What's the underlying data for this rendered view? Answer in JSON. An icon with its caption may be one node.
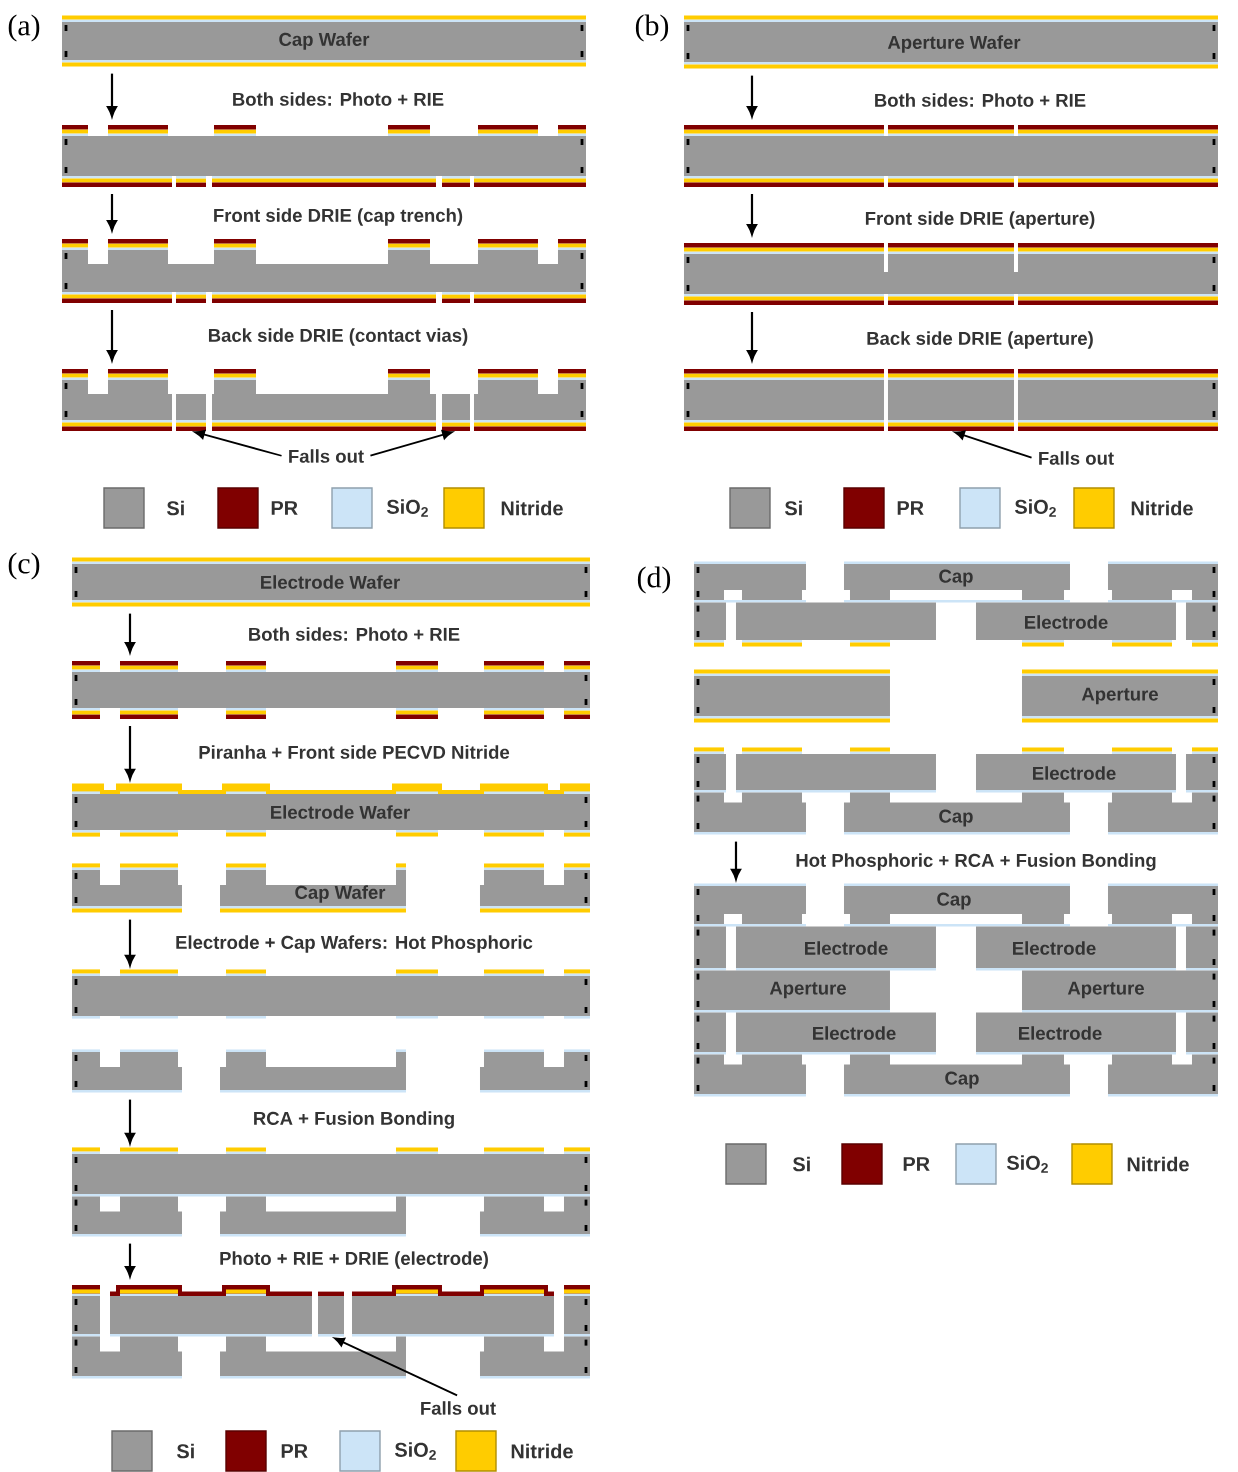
{
  "diagram": {
    "nodes": [
      {
        "text": [
          "Cap Wafer"
        ]
      },
      {
        "text": [],
        "shape": "bar"
      },
      {
        "text": [],
        "shape": "bar"
      },
      {
        "text": [],
        "shape": "bar"
      },
      {
        "text": [],
        "shape": "box",
        "in": 3
      },
      {
        "text": [],
        "shape": "box",
        "in": 3
      },
      {
        "text": [
          "Falls out"
        ]
      },
      {
        "text": [
          "Aperture Wafer"
        ]
      },
      {
        "text": [],
        "shape": "bar"
      },
      {
        "text": [],
        "shape": "bar"
      },
      {
        "text": [],
        "shape": "bar"
      },
      {
        "text": [],
        "shape": "box",
        "in": 10
      },
      {
        "text": [],
        "shape": "box",
        "in": 10
      },
      {
        "text": [],
        "shape": "box",
        "in": 10
      },
      {
        "text": [
          "Falls out"
        ]
      },
      {
        "text": [
          "Electrode Wafer"
        ]
      },
      {
        "text": [],
        "shape": "bar"
      },
      {
        "text": [
          "Electrode Wafer"
        ]
      },
      {
        "text": [
          "Cap Wafer"
        ]
      },
      {
        "text": [],
        "shape": "bar"
      },
      {
        "text": [],
        "shape": "bar"
      },
      {
        "text": [],
        "shape": "bar"
      },
      {
        "text": [],
        "shape": "bar"
      },
      {
        "text": [],
        "shape": "bar"
      },
      {
        "text": [],
        "shape": "box",
        "in": 23
      },
      {
        "text": [],
        "shape": "box",
        "in": 23
      },
      {
        "text": [],
        "shape": "box",
        "in": 23
      },
      {
        "text": [],
        "shape": "box",
        "in": 23
      },
      {
        "text": [],
        "shape": "box",
        "in": 23
      },
      {
        "text": [],
        "shape": "bar"
      },
      {
        "text": [
          "Falls out"
        ]
      },
      {
        "text": [
          "Cap"
        ]
      },
      {
        "text": [
          "Electrode"
        ]
      },
      {
        "text": [
          "Aperture"
        ]
      },
      {
        "text": [
          "Electrode"
        ]
      },
      {
        "text": [
          "Cap"
        ]
      },
      {
        "text": [
          "Cap"
        ]
      },
      {
        "text": [
          "Electrode",
          "Electrode"
        ]
      },
      {
        "text": [
          "Aperture",
          "Aperture"
        ]
      },
      {
        "text": [
          "Electrode",
          "Electrode"
        ]
      },
      {
        "text": [
          "Cap"
        ]
      }
    ],
    "edges": [
      {
        "from": 0,
        "to": 1,
        "arrow": "to"
      },
      {
        "from": 1,
        "to": 2,
        "arrow": "to"
      },
      {
        "from": 2,
        "to": 3,
        "arrow": "to"
      },
      {
        "from": 6,
        "to": 4,
        "arrow": "to"
      },
      {
        "from": 6,
        "to": 5,
        "arrow": "to"
      },
      {
        "from": 7,
        "to": 8,
        "arrow": "to"
      },
      {
        "from": 8,
        "to": 9,
        "arrow": "to"
      },
      {
        "from": 9,
        "to": 10,
        "arrow": "to"
      },
      {
        "from": 14,
        "to": 12,
        "arrow": "to"
      },
      {
        "from": 15,
        "to": 16,
        "arrow": "to"
      },
      {
        "from": 16,
        "to": 17,
        "arrow": "to"
      },
      {
        "from": 18,
        "to": 19,
        "arrow": "to"
      },
      {
        "from": 20,
        "to": 21,
        "arrow": "to"
      },
      {
        "from": 22,
        "to": 23,
        "arrow": "to"
      },
      {
        "from": 30,
        "to": 26,
        "arrow": "to"
      },
      {
        "from": 35,
        "to": 36,
        "arrow": "to"
      }
    ],
    "labels": [
      "(a)",
      "Both sides: Photo + RIE",
      "Front side DRIE (cap trench)",
      "Back side DRIE (contact vias)",
      "(b)",
      "Both sides: Photo + RIE",
      "Front side DRIE (aperture)",
      "Back side DRIE (aperture)",
      "(c)",
      "Both sides: Photo + RIE",
      "Piranha + Front side PECVD Nitride",
      "Electrode + Cap Wafers: Hot Phosphoric",
      "RCA + Fusion Bonding",
      "Photo + RIE + DRIE (electrode)",
      "(d)",
      "Hot Phosphoric + RCA + Fusion Bonding"
    ],
    "legend": [
      {
        "text": "Si",
        "color": "#999999"
      },
      {
        "text": "PR",
        "color": "#800000"
      },
      {
        "text": "SiO$_{2}$",
        "color": "#cce4f7"
      },
      {
        "text": "Nitride",
        "color": "#ffcc00"
      },
      {
        "text": "Si",
        "color": "#999999"
      },
      {
        "text": "PR",
        "color": "#800000"
      },
      {
        "text": "SiO$_{2}$",
        "color": "#cce4f7"
      },
      {
        "text": "Nitride",
        "color": "#ffcc00"
      },
      {
        "text": "Si",
        "color": "#999999"
      },
      {
        "text": "PR",
        "color": "#800000"
      },
      {
        "text": "SiO$_{2}$",
        "color": "#cce4f7"
      },
      {
        "text": "Nitride",
        "color": "#ffcc00"
      },
      {
        "text": "Si",
        "color": "#999999"
      },
      {
        "text": "PR",
        "color": "#800000"
      },
      {
        "text": "SiO$_{2}$",
        "color": "#cce4f7"
      },
      {
        "text": "Nitride",
        "color": "#ffcc00"
      }
    ]
  }
}
